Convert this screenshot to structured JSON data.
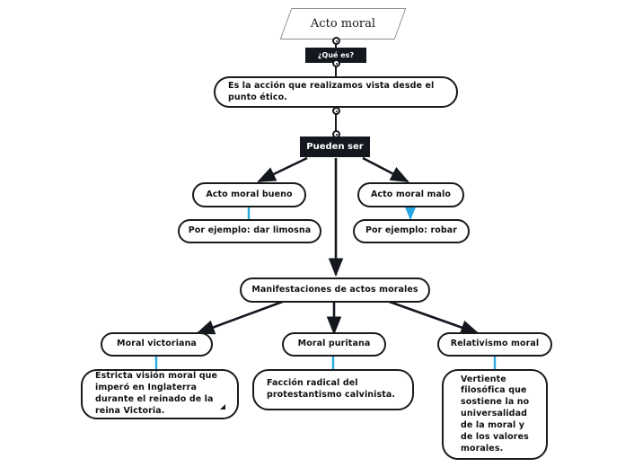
{
  "diagram": {
    "title": "Acto moral",
    "type": "concept-map",
    "background": "#ffffff",
    "accent_link_color": "#29a7e0",
    "primary_link_color": "#15171f",
    "chip_background": "#15171f",
    "node_border_color": "#1a1a1a"
  },
  "root": {
    "label": "Acto moral",
    "shape": "parallelogram"
  },
  "relations": {
    "que_es": "¿Qué es?",
    "pueden_ser": "Pueden ser"
  },
  "nodes": {
    "definition": "Es la acción que realizamos vista desde el punto ético.",
    "acto_bueno": "Acto moral bueno",
    "ejemplo_bueno": "Por ejemplo: dar limosna",
    "acto_malo": "Acto moral malo",
    "ejemplo_malo": "Por ejemplo: robar",
    "manifestaciones": "Manifestaciones de actos morales",
    "moral_victoriana": "Moral victoriana",
    "desc_victoriana": "Estricta visión moral que imperó en Inglaterra durante el reinado de la reina Victoria.",
    "moral_puritana": "Moral puritana",
    "desc_puritana": "Facción radical del protestantismo calvinista.",
    "relativismo_moral": "Relativismo moral",
    "desc_relativismo": "Vertiente filosófica que sostiene la no universalidad de la moral y de los valores morales."
  }
}
